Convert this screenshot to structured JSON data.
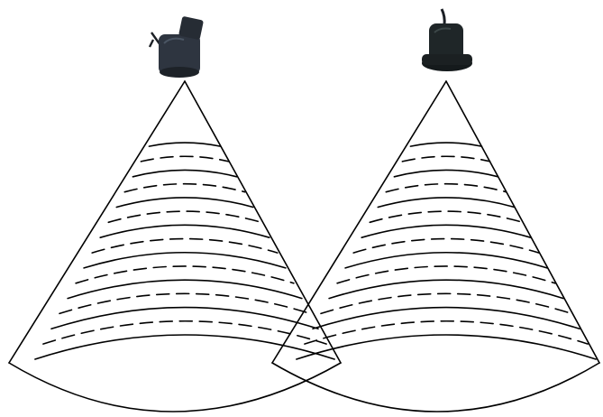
{
  "diagram": {
    "description_free": true,
    "colors": {
      "background": "#ffffff",
      "lines": "#000000",
      "transducer_body_left": "#2e3540",
      "transducer_body_right": "#1f2628"
    },
    "transducers": [
      {
        "id": "left",
        "icon": "sonar-transducer-icon",
        "style": "cylinder-with-side-bracket"
      },
      {
        "id": "right",
        "icon": "sonar-transducer-icon",
        "style": "cylinder-with-top-cable"
      }
    ],
    "beams": [
      {
        "id": "left",
        "shape": "cone",
        "overlaps": "right"
      },
      {
        "id": "right",
        "shape": "cone",
        "overlaps": "left"
      }
    ],
    "wavefront_pattern": [
      "solid",
      "dashed",
      "solid",
      "dashed",
      "solid",
      "dashed",
      "solid",
      "dashed",
      "solid",
      "dashed",
      "solid",
      "dashed",
      "solid",
      "dashed",
      "solid"
    ]
  }
}
